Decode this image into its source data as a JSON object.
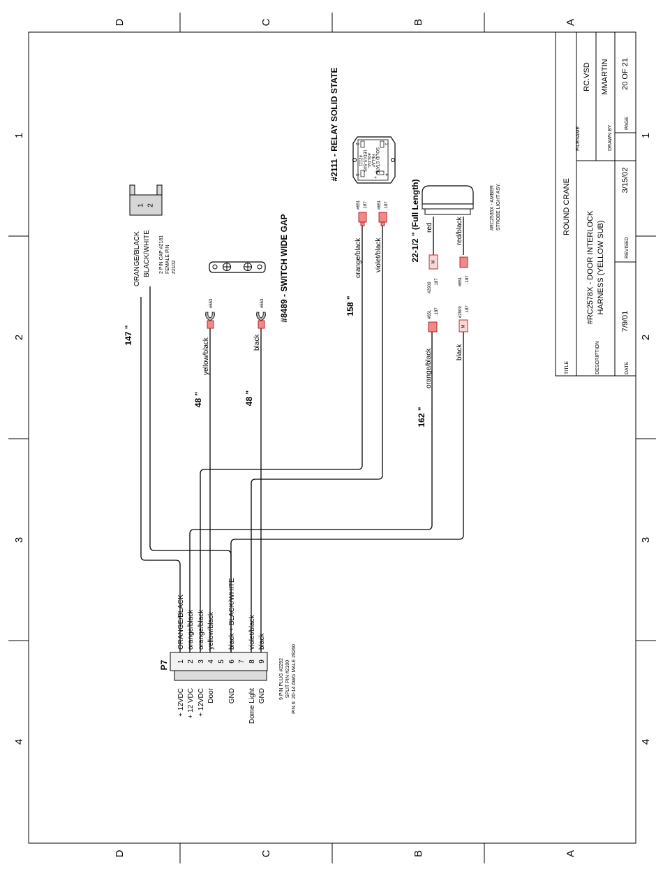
{
  "zones": {
    "columns": [
      "D",
      "C",
      "B",
      "A"
    ],
    "rows": [
      "1",
      "2",
      "3",
      "4"
    ]
  },
  "title_block": {
    "title_label": "TITLE",
    "title": "ROUND CRANE",
    "description_label": "DESCRIPTION",
    "description_line1": "#RC2578X - DOOR INTERLOCK",
    "description_line2": "HARNESS (YELLOW SUB)",
    "filename_label": "FILENAME",
    "filename": "RC.VSD",
    "drawn_by_label": "DRAWN BY",
    "drawn_by": "MMARTIN",
    "page_label": "PAGE",
    "page": "20  OF  21",
    "date_label": "DATE",
    "date": "7/9/01",
    "revised_label": "REVISED",
    "revised": "3/15/02"
  },
  "connector_p7": {
    "name": "P7",
    "pins": [
      "1",
      "2",
      "3",
      "4",
      "5",
      "6",
      "7",
      "8",
      "9"
    ],
    "wires": [
      "ORANGE/BLACK",
      "orange/black",
      "orange/black",
      "yellow/black",
      "",
      "black + BLACK/WHITE",
      "",
      "violet/black",
      "black"
    ],
    "functions": [
      "+ 12VDC",
      "+ 12 VDC",
      "+ 12VDC",
      "Door",
      "",
      "GND",
      "",
      "Dome Light",
      "GND"
    ],
    "notes": [
      "9 PIN PLUG #2292",
      "SPLIT PIN #2100",
      "PIN 6: 20-14 AWG MALE #8260"
    ]
  },
  "cap_2pin": {
    "pins": [
      "1",
      "2"
    ],
    "wire1": "ORANGE/BLACK",
    "wire2": "BLACK/WHITE",
    "notes": [
      "2 PIN CAP #2181",
      "FEMALE PIN",
      "#2102"
    ],
    "length": "147 \""
  },
  "switch": {
    "label": "#8489 - SWITCH WIDE GAP",
    "wire1": "yellow/black",
    "wire2": "black",
    "terminal": "#653",
    "length1": "48 \"",
    "length2": "48 \""
  },
  "relay": {
    "label": "#2111 - RELAY SOLID STATE",
    "body_text": [
      "SOLID STATE",
      "RELAY",
      "#GLDA-",
      "1ED15-S0S",
      "#2111"
    ],
    "pin_labels": [
      "3",
      "4",
      "1",
      "2",
      "+",
      "-"
    ],
    "wire1": "orange/black",
    "wire2": "violet/black",
    "terminal": "#651",
    "terminal_size": ".187",
    "length": "158 \""
  },
  "strobe": {
    "length_label": "22-1/2 \" (Full Length)",
    "wire1": "red",
    "wire2": "red/black",
    "notes": [
      "#RC2535X - AMBER",
      "STROBE LIGHT ASY."
    ],
    "terminal_male": "#2909",
    "terminal_female": "#651",
    "terminal_size": ".187",
    "marker": "M"
  },
  "strobe_harness": {
    "wire1": "orange/black",
    "wire2": "black",
    "terminal_female": "#651",
    "terminal_male": "#2909",
    "terminal_size": ".187",
    "length": "162 \""
  }
}
